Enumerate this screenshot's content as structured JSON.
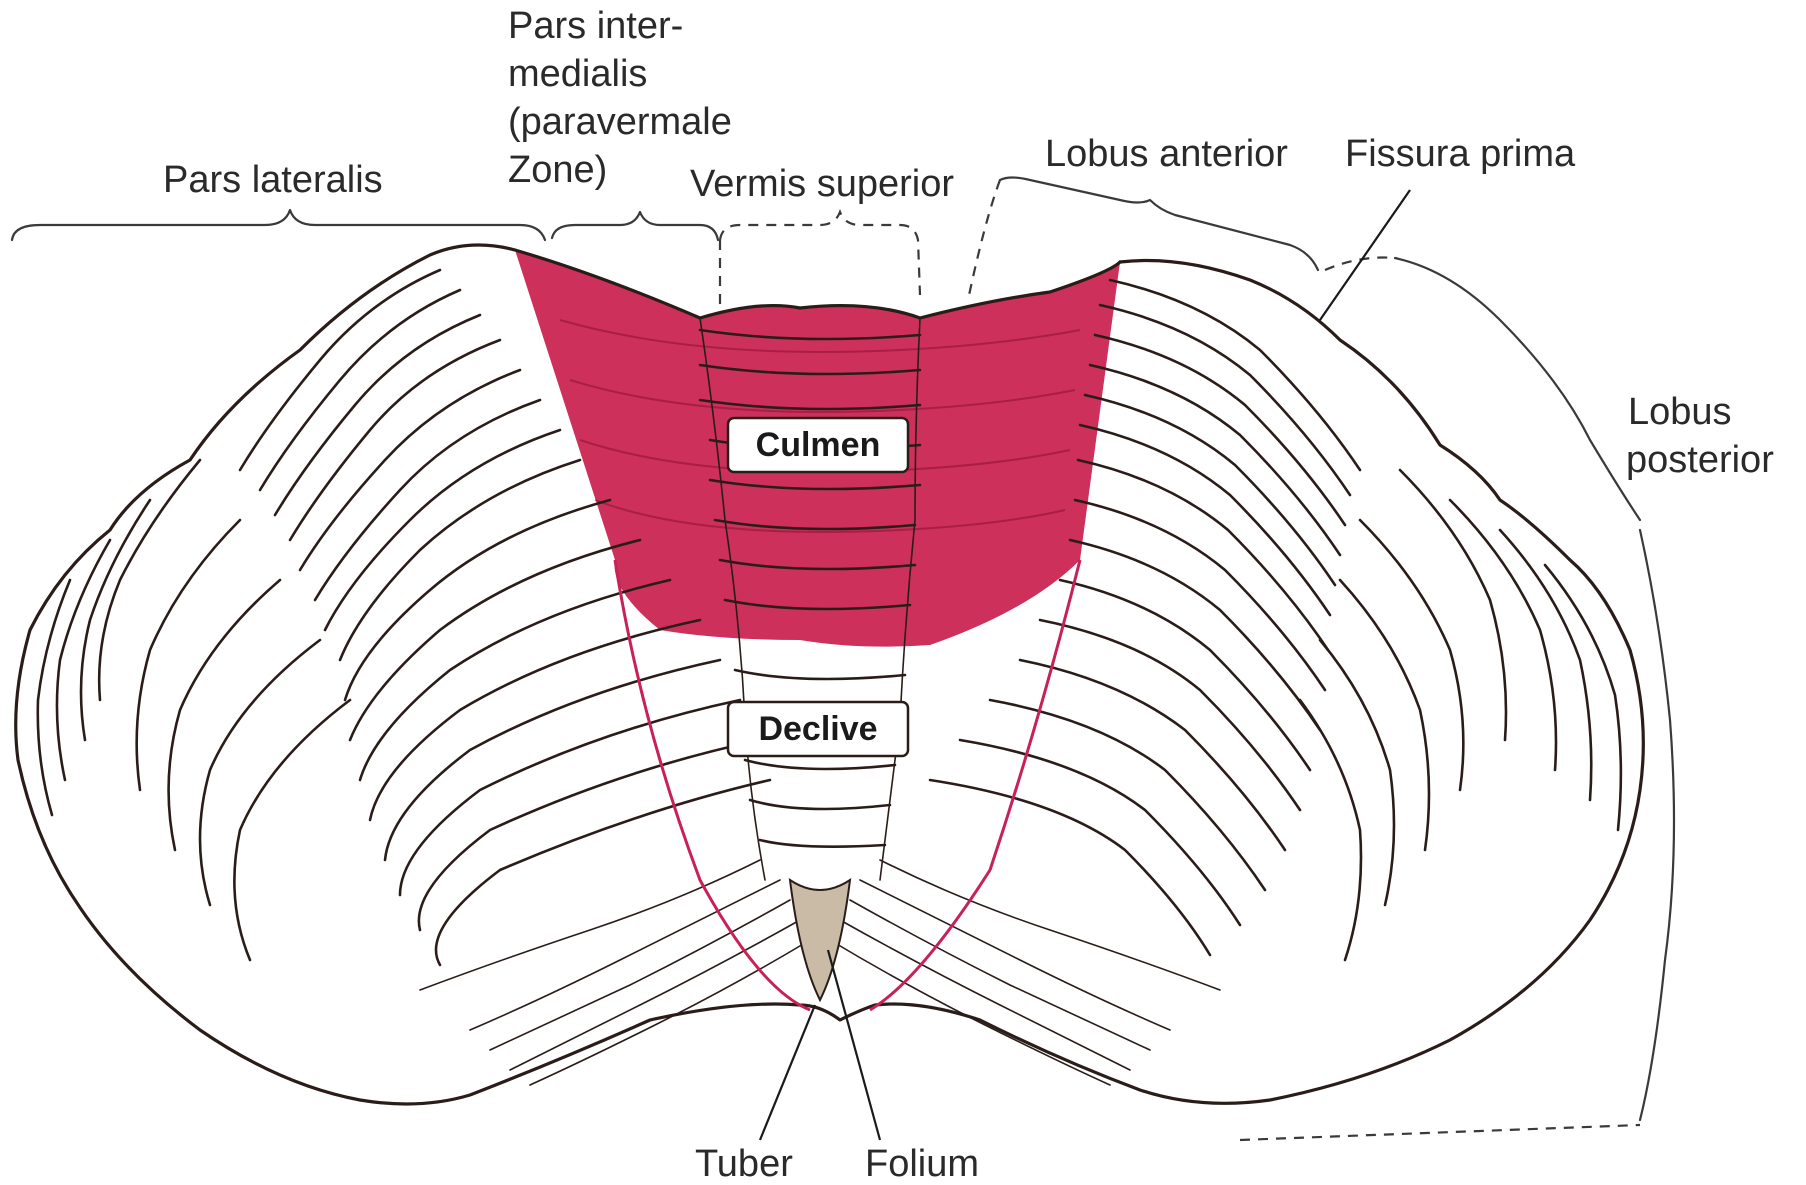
{
  "labels": {
    "pars_lateralis": "Pars lateralis",
    "pars_intermedialis_1": "Pars inter-",
    "pars_intermedialis_2": "medialis",
    "pars_intermedialis_3": "(paravermale",
    "pars_intermedialis_4": "Zone)",
    "vermis_superior": "Vermis superior",
    "lobus_anterior": "Lobus anterior",
    "fissura_prima": "Fissura prima",
    "lobus_posterior_1": "Lobus",
    "lobus_posterior_2": "posterior",
    "culmen": "Culmen",
    "declive": "Declive",
    "tuber": "Tuber",
    "folium": "Folium"
  },
  "colors": {
    "highlight": "#c81a48",
    "highlight_dark": "#a0123a",
    "ink": "#2a1d19",
    "shade": "#c9bba6"
  }
}
